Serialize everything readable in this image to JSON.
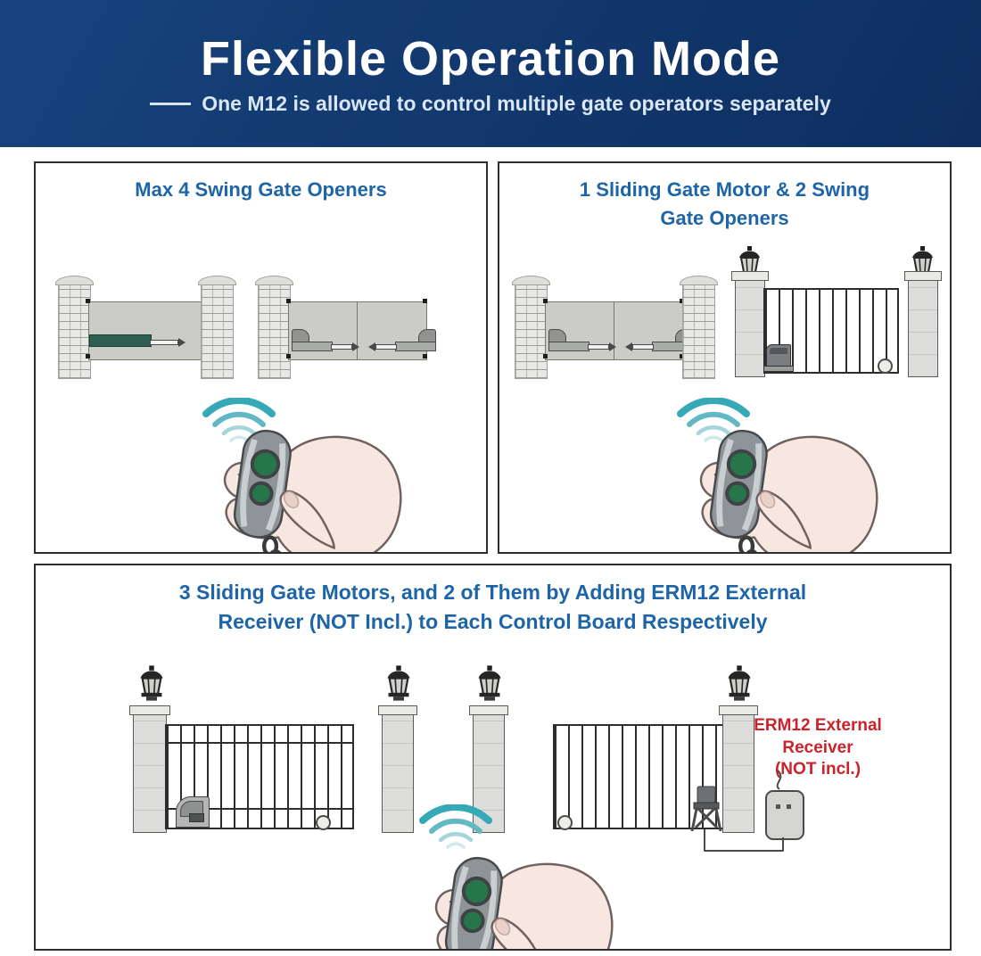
{
  "header": {
    "title": "Flexible Operation Mode",
    "subtitle": "One M12 is allowed to control multiple gate operators separately"
  },
  "panels": {
    "swing": {
      "title_lines": [
        "Max 4 Swing Gate Openers"
      ]
    },
    "mixed": {
      "title_lines": [
        "1 Sliding Gate Motor & 2 Swing",
        "Gate Openers"
      ]
    },
    "multi_sliding": {
      "title_lines": [
        "3 Sliding Gate Motors, and 2 of Them by Adding ERM12 External",
        "Receiver (NOT Incl.) to Each Control Board Respectively"
      ]
    }
  },
  "labels": {
    "erm12": [
      "ERM12 External",
      "Receiver",
      "(NOT incl.)"
    ]
  },
  "icons": {
    "signal": "signal-waves-icon",
    "remote": "hand-remote-icon",
    "lamp": "lamp-icon",
    "receiver": "erm12-receiver-icon"
  },
  "colors": {
    "header_bg": "#12376c",
    "header_title": "#ffffff",
    "header_subtitle": "#d9e7f4",
    "panel_title_blue": "#1d64a8",
    "erm12_label_red": "#c9232b",
    "signal_teal": "#35a9b6",
    "remote_button_green": "#27764a",
    "gate_gray": "#cbcbc7"
  }
}
